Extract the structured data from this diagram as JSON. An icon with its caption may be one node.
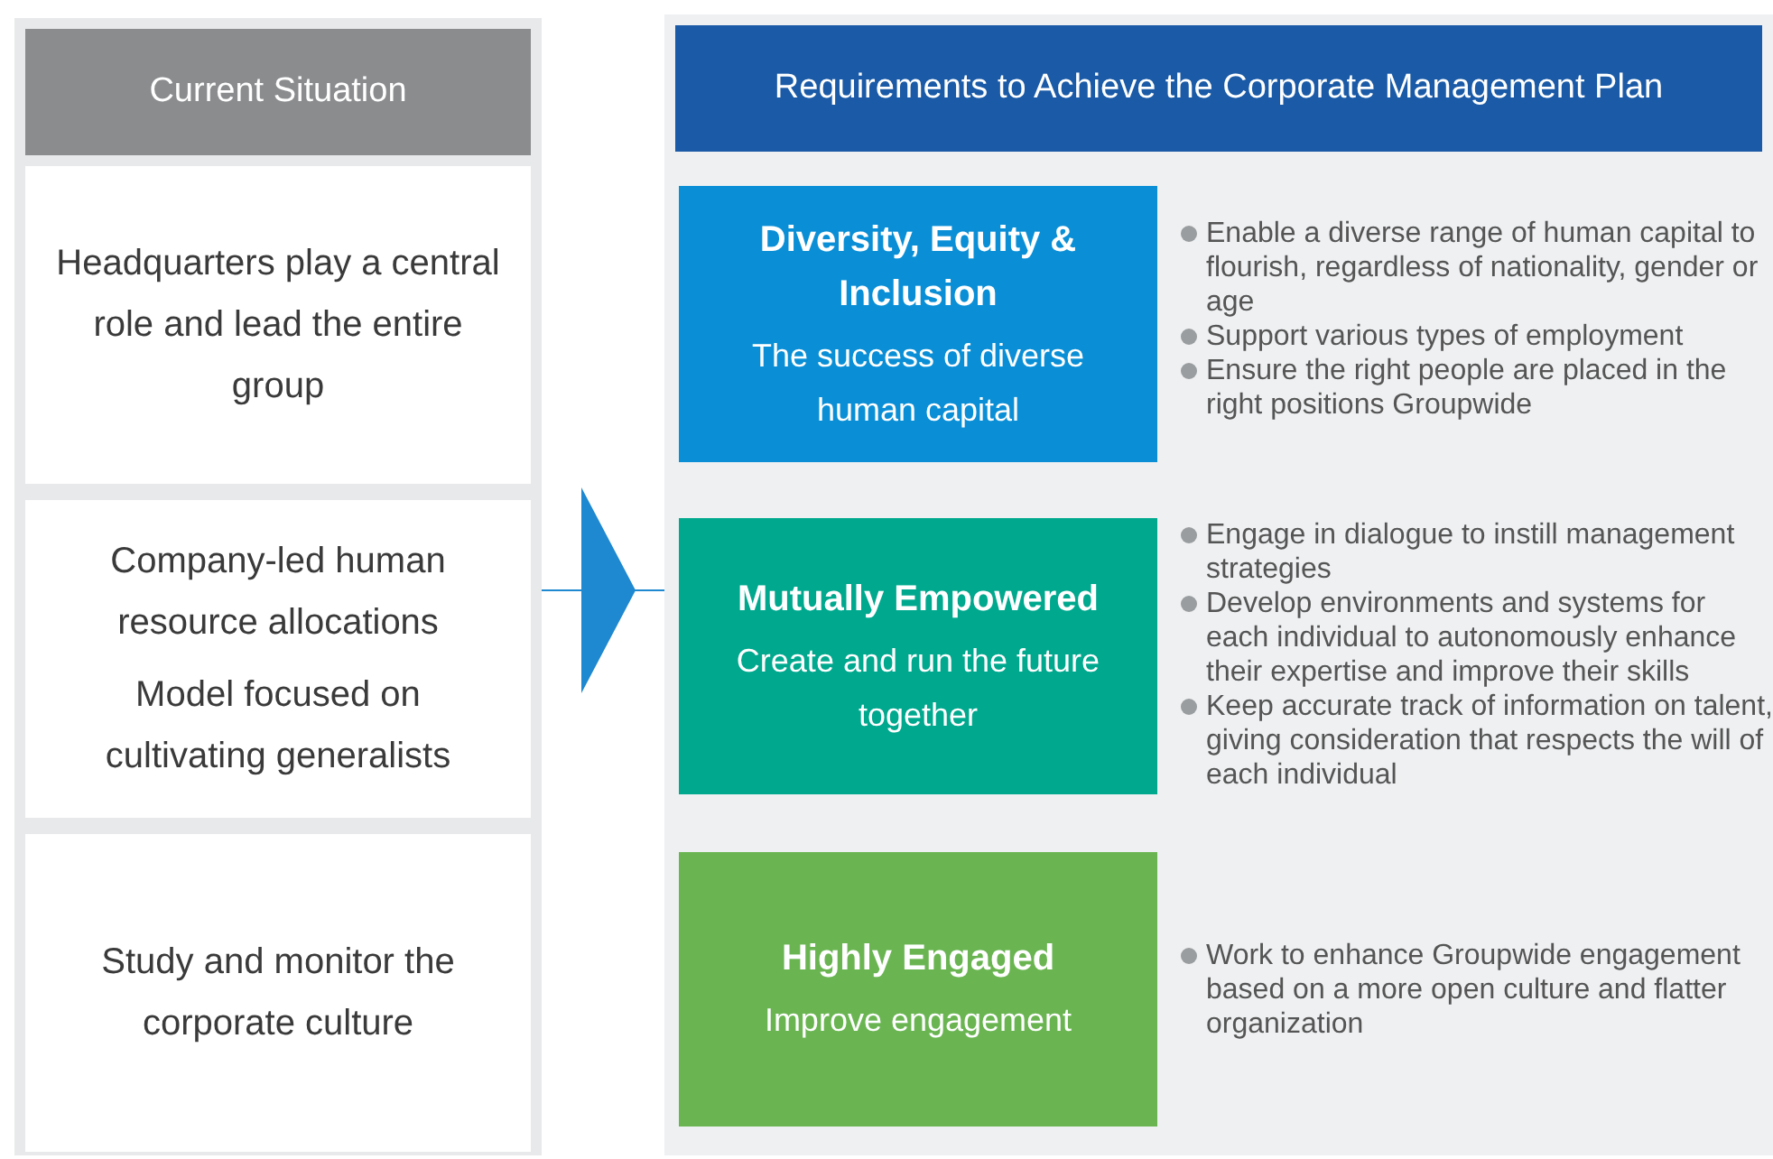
{
  "diagram": {
    "nodes": [
      {
        "text": [
          "Current Situation"
        ]
      },
      {
        "text": [
          "Headquarters play a central role and lead the entire group"
        ],
        "in": 0
      },
      {
        "text": [
          "Company-led human resource allocations",
          "Model focused on cultivating generalists"
        ],
        "in": 0
      },
      {
        "text": [
          "Study and monitor the corporate culture"
        ],
        "in": 0
      },
      {
        "text": [
          "Requirements to Achieve the Corporate Management Plan"
        ]
      },
      {
        "text": [
          "Diversity, Equity & Inclusion",
          "The success of diverse human capital"
        ],
        "in": 4,
        "beside": [
          "Enable a diverse range of human capital to flourish, regardless of nationality, gender or age",
          "Support various types of employment",
          "Ensure the right people are placed in the right positions Groupwide"
        ]
      },
      {
        "text": [
          "Mutually Empowered",
          "Create and run the future together"
        ],
        "in": 4,
        "beside": [
          "Engage in dialogue to instill management strategies",
          "Develop environments and systems for each individual to autonomously enhance their expertise and improve their skills",
          "Keep accurate track of information on talent, giving consideration that respects the will of each individual"
        ]
      },
      {
        "text": [
          "Highly Engaged",
          "Improve engagement"
        ],
        "in": 4,
        "beside": [
          "Work to enhance Groupwide engagement based on a more open culture and flatter organization"
        ]
      }
    ],
    "edges": [
      {
        "from": 0,
        "to": 4,
        "arrow": "to"
      }
    ]
  }
}
